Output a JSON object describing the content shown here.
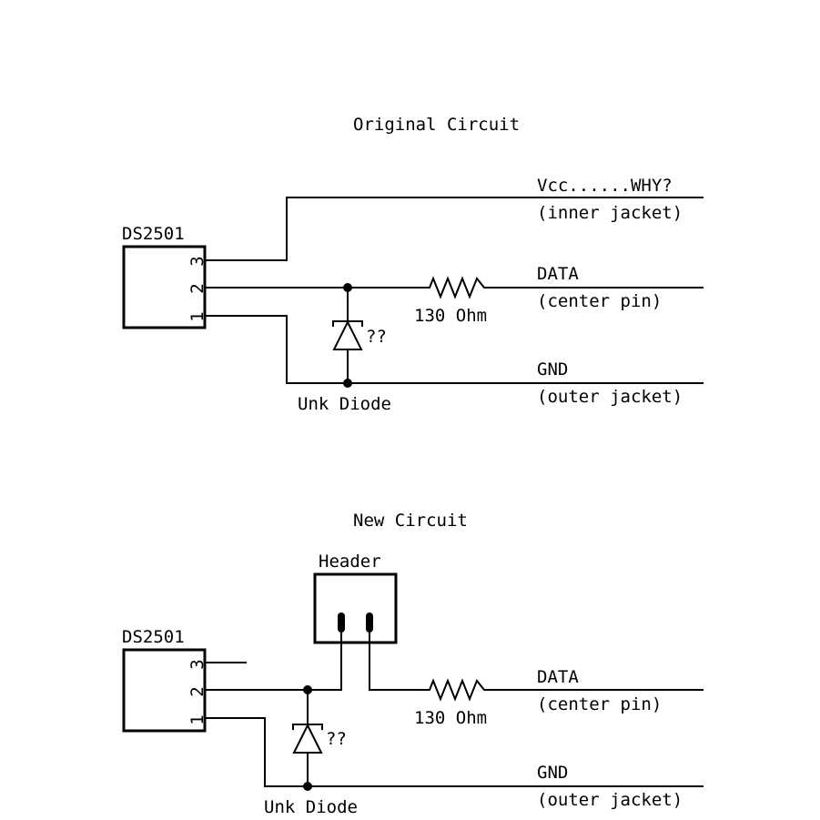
{
  "original": {
    "title": "Original Circuit",
    "chip": {
      "name": "DS2501",
      "pins": [
        "3",
        "2",
        "1"
      ]
    },
    "lines": {
      "vcc": {
        "label": "Vcc......WHY?",
        "sub": "(inner jacket)"
      },
      "data": {
        "label": "DATA",
        "sub": "(center pin)"
      },
      "gnd": {
        "label": "GND",
        "sub": "(outer jacket)"
      }
    },
    "resistor_label": "130 Ohm",
    "diode_mark": "??",
    "diode_label": "Unk Diode"
  },
  "new": {
    "title": "New Circuit",
    "header_label": "Header",
    "chip": {
      "name": "DS2501",
      "pins": [
        "3",
        "2",
        "1"
      ]
    },
    "lines": {
      "data": {
        "label": "DATA",
        "sub": "(center pin)"
      },
      "gnd": {
        "label": "GND",
        "sub": "(outer jacket)"
      }
    },
    "resistor_label": "130 Ohm",
    "diode_mark": "??",
    "diode_label": "Unk Diode"
  }
}
